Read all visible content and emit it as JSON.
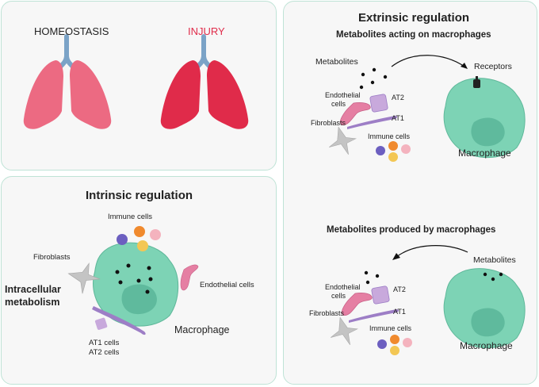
{
  "top_left": {
    "homeostasis_label": "HOMEOSTASIS",
    "injury_label": "INJURY",
    "colors": {
      "healthy_lung": "#ec6a82",
      "injured_lung": "#e02b4a",
      "trachea": "#7ba3c7",
      "injury_text": "#e02b4a"
    }
  },
  "intrinsic": {
    "title": "Intrinsic regulation",
    "side_label_line1": "Intracellular",
    "side_label_line2": "metabolism",
    "immune_cells": "Immune cells",
    "fibroblasts": "Fibroblasts",
    "endothelial_cells": "Endothelial cells",
    "macrophage": "Macrophage",
    "at1_cells": "AT1 cells",
    "at2_cells": "AT2 cells"
  },
  "extrinsic": {
    "title": "Extrinsic regulation",
    "subtitle_acting": "Metabolites acting on macrophages",
    "subtitle_produced": "Metabolites produced by macrophages",
    "top": {
      "metabolites": "Metabolites",
      "receptors": "Receptors",
      "endothelial_line1": "Endothelial",
      "endothelial_line2": "cells",
      "at2": "AT2",
      "at1": "AT1",
      "fibroblasts": "Fibroblasts",
      "immune_cells": "Immune cells",
      "macrophage": "Macrophage"
    },
    "bottom": {
      "metabolites": "Metabolites",
      "endothelial_line1": "Endothelial",
      "endothelial_line2": "cells",
      "at2": "AT2",
      "at1": "AT1",
      "fibroblasts": "Fibroblasts",
      "immune_cells": "Immune cells",
      "macrophage": "Macrophage"
    }
  },
  "colors": {
    "macrophage_body": "#7dd3b5",
    "macrophage_nucleus": "#58b497",
    "endothelial": "#e57fa3",
    "at2_cell": "#c8a9dc",
    "at1_cell": "#9d7ec6",
    "fibroblast": "#c4c4c4",
    "immune_purple": "#6c5fc0",
    "immune_orange": "#f08a2e",
    "immune_pink": "#f4b3be",
    "immune_yellow": "#f3c754",
    "panel_border": "#bfe3d6"
  }
}
